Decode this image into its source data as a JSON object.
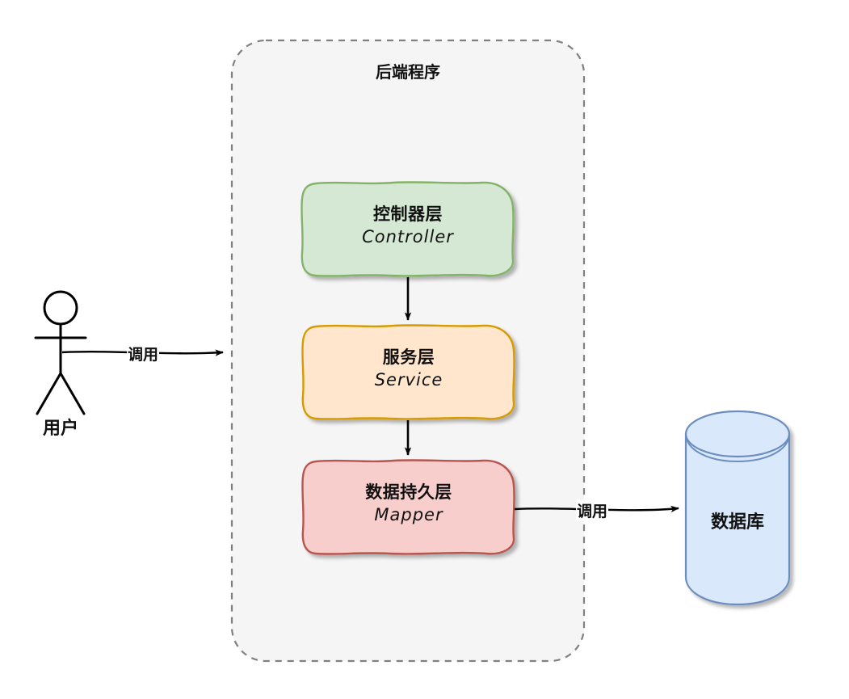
{
  "diagram": {
    "title": "后端程序",
    "background": "#ffffff"
  },
  "container": {
    "label": "后端程序",
    "fill": "#f5f5f5",
    "stroke": "#808080",
    "style": "dashed-rounded"
  },
  "actor": {
    "label": "用户",
    "icon": "stick-figure-actor-icon",
    "stroke": "#000000"
  },
  "database": {
    "label": "数据库",
    "fill": "#dae8fc",
    "stroke": "#6c8ebf",
    "shape": "cylinder"
  },
  "layers": [
    {
      "id": "controller",
      "cjk": "控制器层",
      "latin": "Controller",
      "fill": "#d5e8d4",
      "stroke": "#82b366"
    },
    {
      "id": "service",
      "cjk": "服务层",
      "latin": "Service",
      "fill": "#ffe6cc",
      "stroke": "#d79b00"
    },
    {
      "id": "mapper",
      "cjk": "数据持久层",
      "latin": "Mapper",
      "fill": "#f8cecc",
      "stroke": "#b85450"
    }
  ],
  "edges": [
    {
      "id": "user-to-backend",
      "label": "调用",
      "from": "用户",
      "to": "后端程序"
    },
    {
      "id": "controller-to-service",
      "label": "",
      "from": "控制器层",
      "to": "服务层"
    },
    {
      "id": "service-to-mapper",
      "label": "",
      "from": "服务层",
      "to": "数据持久层"
    },
    {
      "id": "mapper-to-database",
      "label": "调用",
      "from": "数据持久层",
      "to": "数据库"
    }
  ]
}
